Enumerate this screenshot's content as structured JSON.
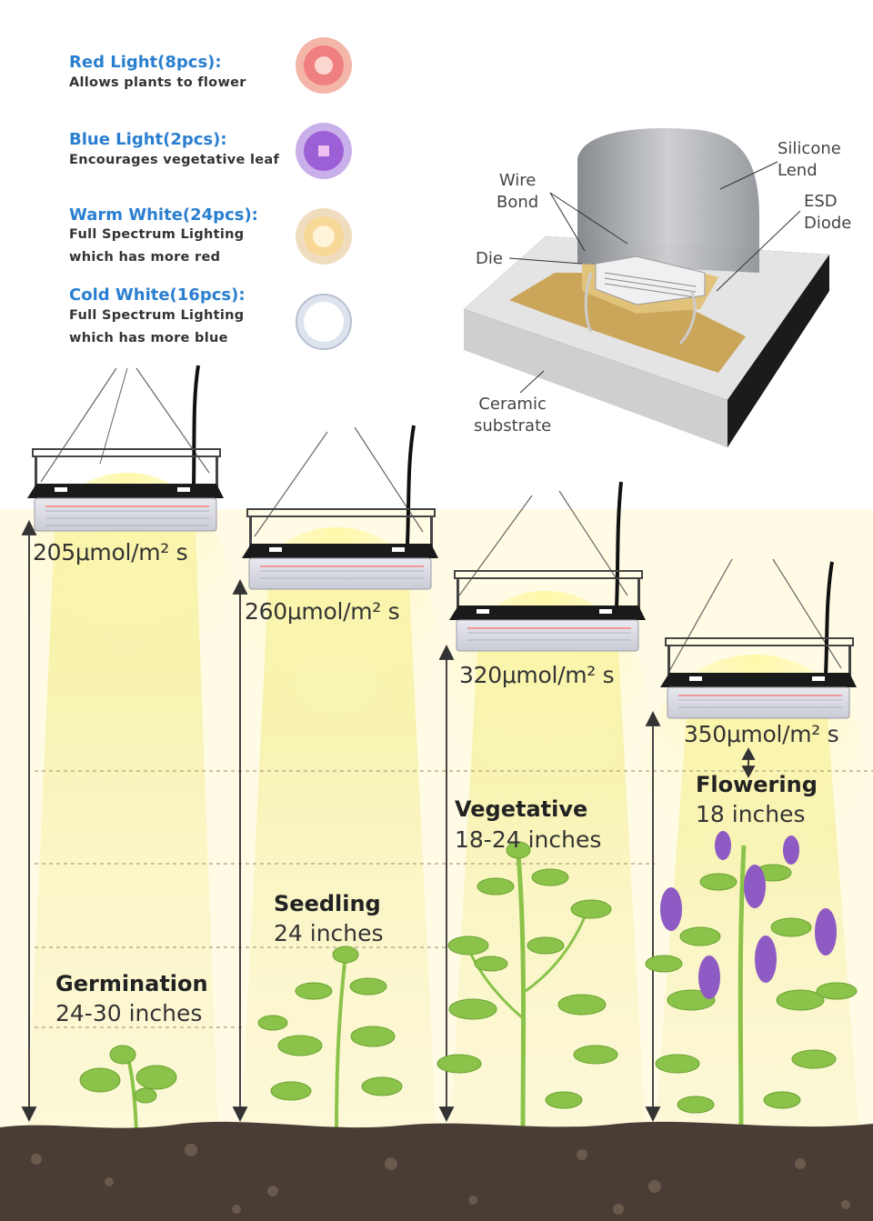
{
  "spectrum": [
    {
      "title": "Red Light(8pcs):",
      "desc": [
        "Allows plants to flower"
      ],
      "color": "#f08c8c"
    },
    {
      "title": "Blue Light(2pcs):",
      "desc": [
        "Encourages vegetative leaf"
      ],
      "color": "#a05ad8"
    },
    {
      "title": "Warm White(24pcs):",
      "desc": [
        "Full Spectrum Lighting",
        "which has more red"
      ],
      "color": "#f6d8a6"
    },
    {
      "title": "Cold White(16pcs):",
      "desc": [
        "Full Spectrum Lighting",
        "which has more blue"
      ],
      "color": "#eef4ff"
    }
  ],
  "led_diagram": {
    "silicone_lens": [
      "Silicone",
      "Lend"
    ],
    "wire_bond": [
      "Wire",
      "Bond"
    ],
    "esd_diode": [
      "ESD",
      "Diode"
    ],
    "die": "Die",
    "ceramic_substrate": [
      "Ceramic",
      "substrate"
    ]
  },
  "stages": [
    {
      "ppfd": "205μmol/m² s",
      "name": "Germination",
      "distance": "24-30 inches"
    },
    {
      "ppfd": "260μmol/m² s",
      "name": "Seedling",
      "distance": "24 inches"
    },
    {
      "ppfd": "320μmol/m² s",
      "name": "Vegetative",
      "distance": "18-24 inches"
    },
    {
      "ppfd": "350μmol/m² s",
      "name": "Flowering",
      "distance": "18 inches"
    }
  ],
  "colors": {
    "title_blue": "#2a7fd0",
    "glow_yellow": "#fbf3a8",
    "soil": "#4a3d35",
    "leaf_green": "#8bc34a",
    "flower_purple": "#8e5bc4"
  }
}
